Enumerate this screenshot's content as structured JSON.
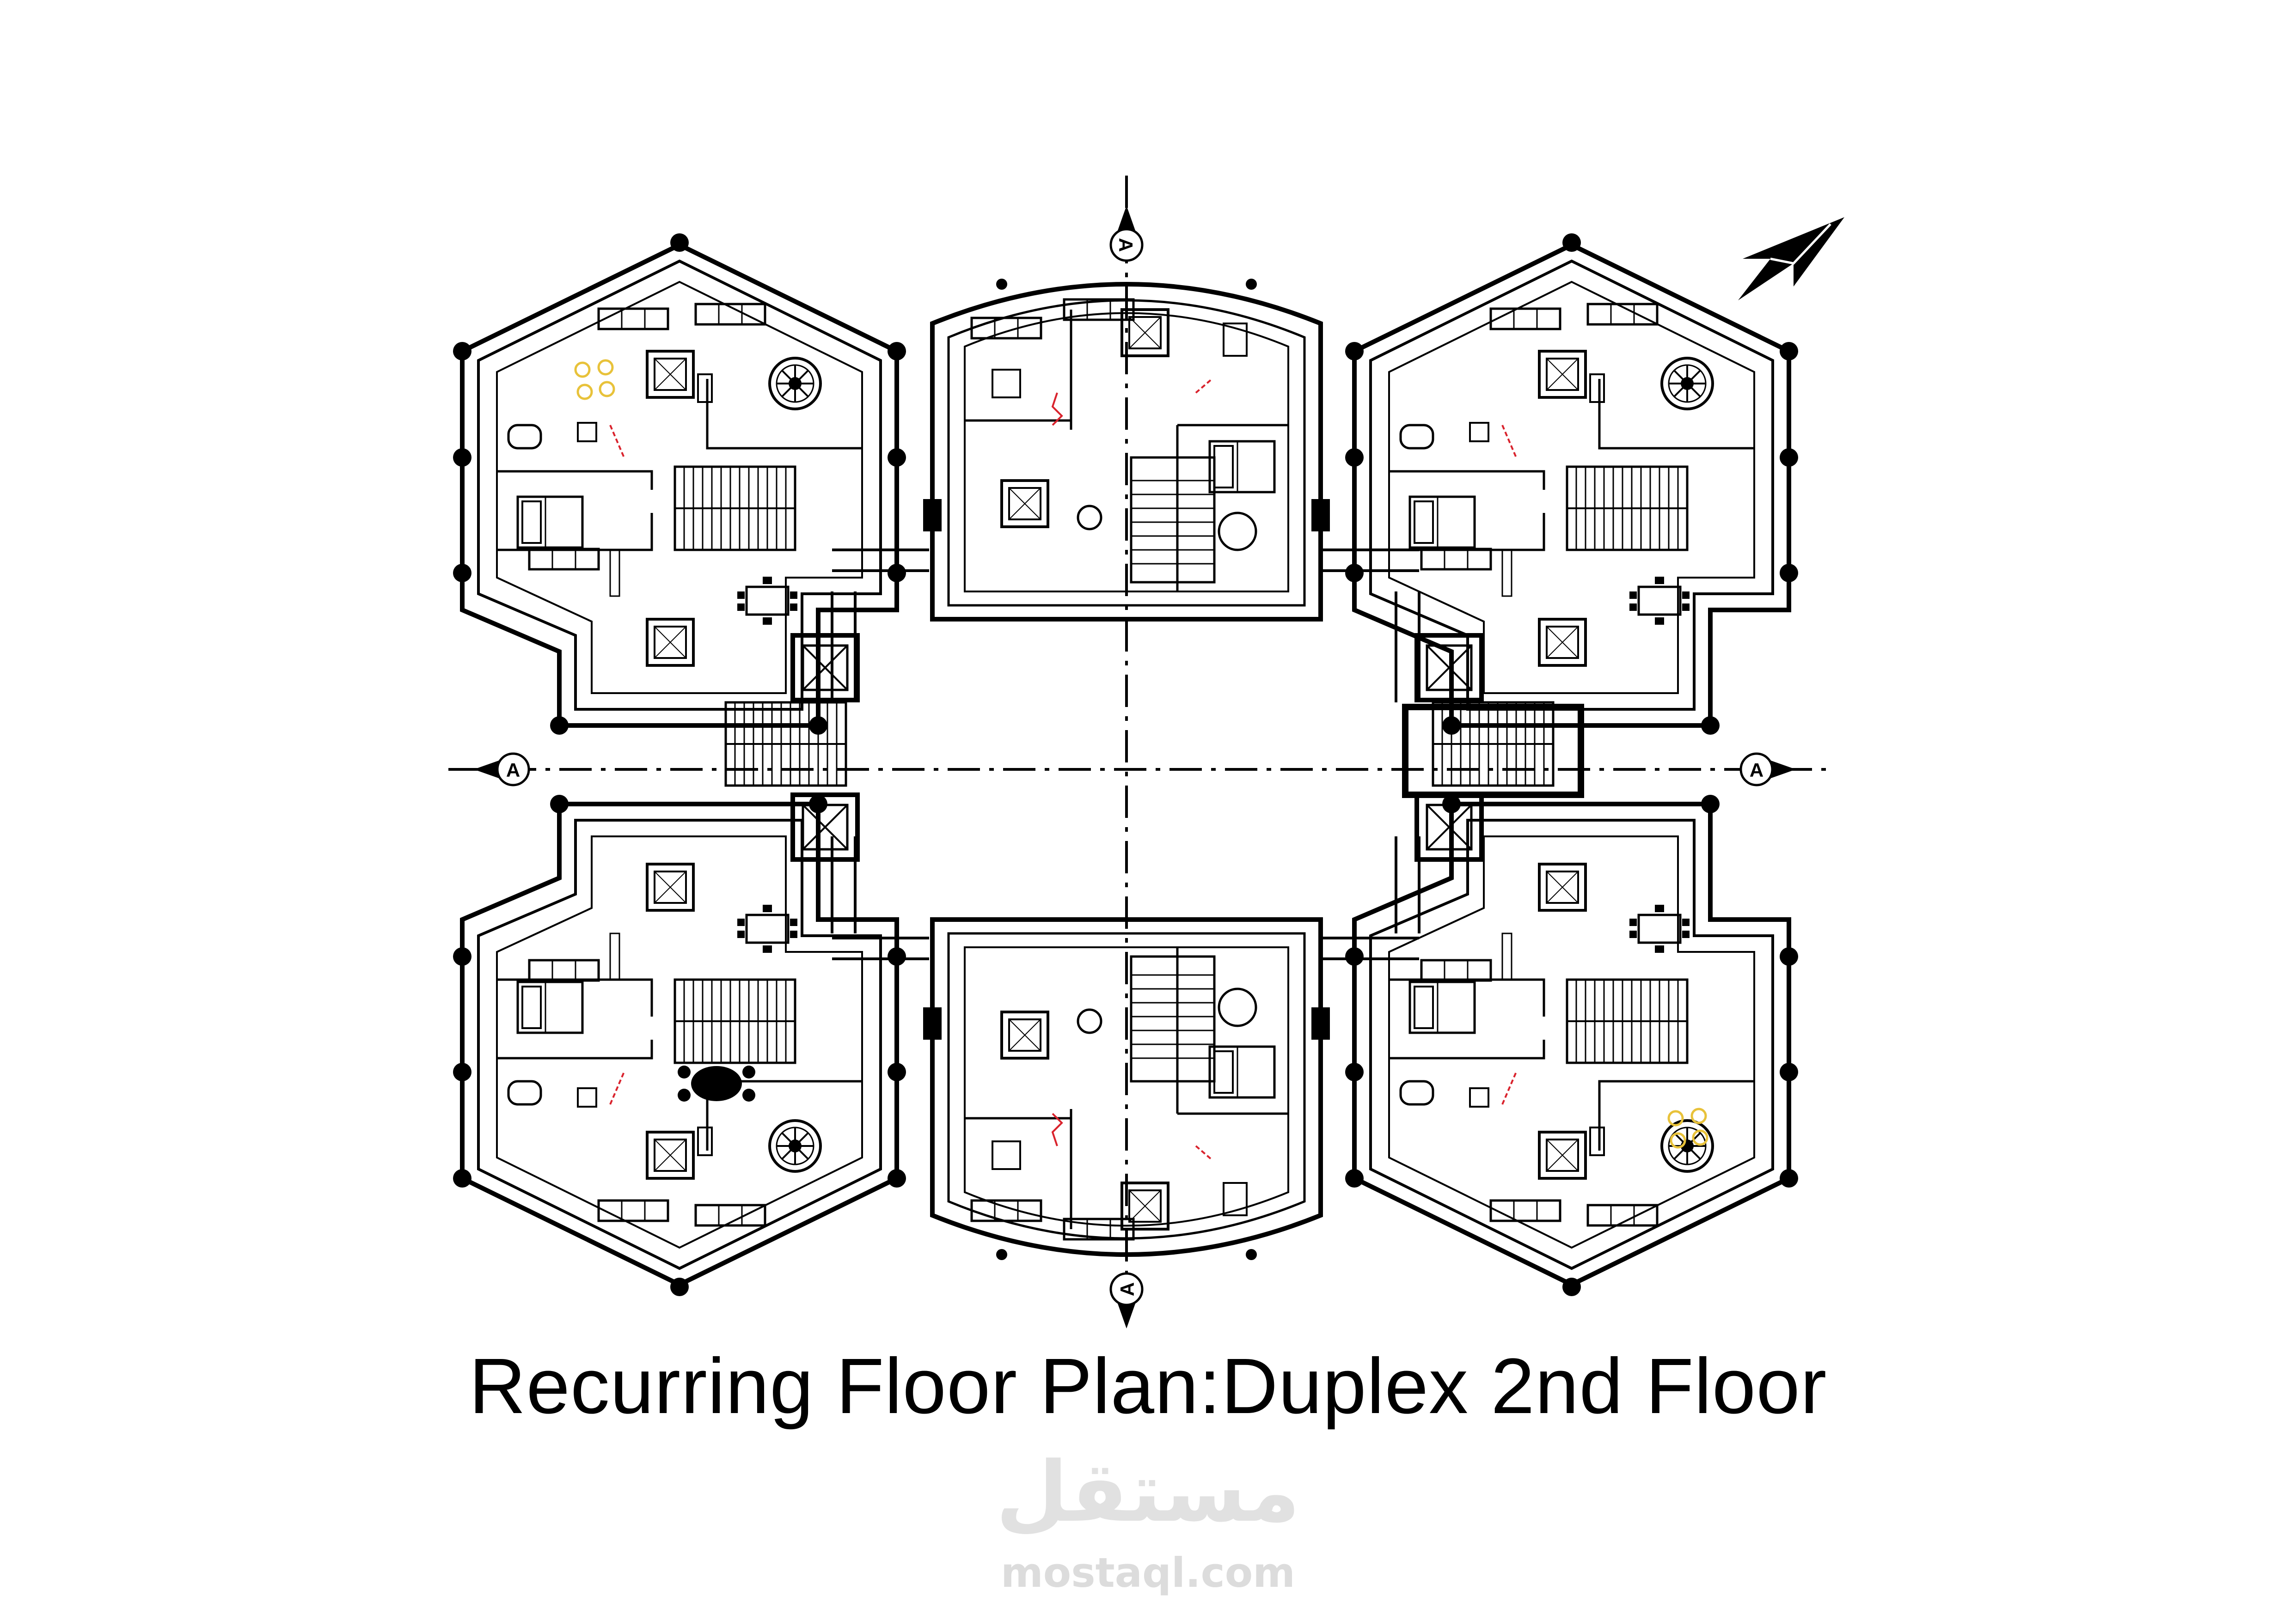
{
  "title": "Recurring Floor Plan:Duplex 2nd Floor",
  "section_marker": "A",
  "watermark": {
    "logo": "مستقل",
    "url": "mostaql.com"
  },
  "colors": {
    "line": "#000000",
    "accent_yellow": "#e8c23a",
    "accent_red": "#d9232d",
    "watermark": "#e1e1e1"
  },
  "icons": [
    "north-arrow-icon",
    "section-marker-icon"
  ]
}
